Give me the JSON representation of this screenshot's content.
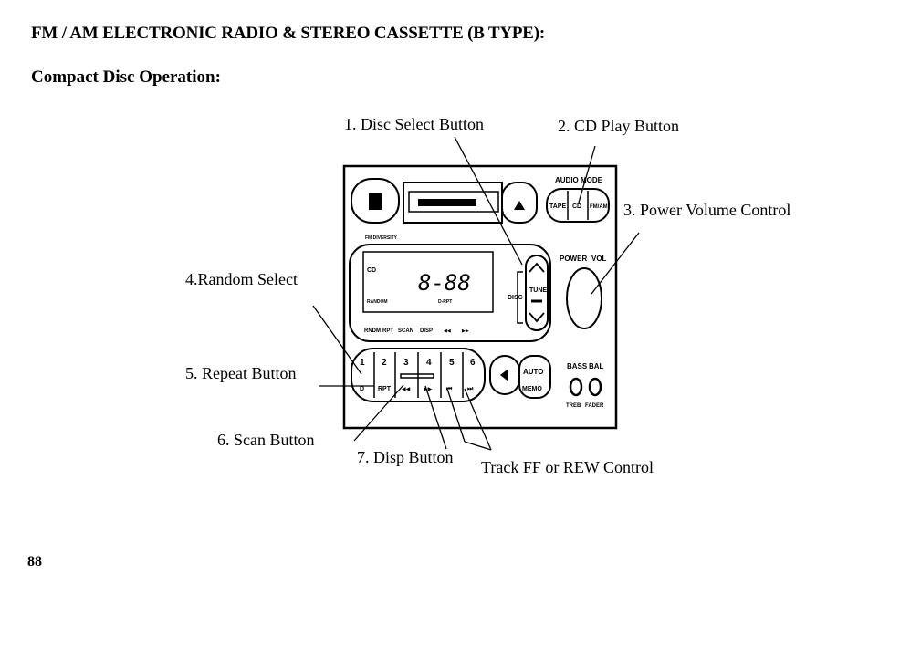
{
  "header": {
    "title": "FM / AM ELECTRONIC RADIO &  STEREO CASSETTE  (B TYPE):",
    "subtitle": "Compact Disc Operation:"
  },
  "callouts": {
    "disc_select": "1. Disc Select Button",
    "cd_play": "2. CD Play Button",
    "power_volume": "3. Power Volume Control",
    "random_select": "4.Random Select",
    "repeat": "5. Repeat Button",
    "scan": "6. Scan Button",
    "disp": "7. Disp Button",
    "track_ff_rew": "Track FF or REW Control"
  },
  "radio": {
    "audio_mode": "AUDIO MODE",
    "tape": "TAPE",
    "cd": "CD",
    "fm_am": "FM/AM",
    "fm_diversity": "FM DIVERSITY",
    "display_cd": "CD",
    "display_digits": "8-88",
    "display_random": "RANDOM",
    "display_rpt": "D-RPT",
    "bottom_labels": [
      "RNDM",
      "RPT",
      "SCAN",
      "DISP",
      "◀◀",
      "▶▶"
    ],
    "disc": "DISC",
    "tune": "TUNE",
    "power": "POWER",
    "vol": "VOL",
    "presets": [
      "1",
      "2",
      "3",
      "4",
      "5",
      "6"
    ],
    "preset_sub": [
      "D",
      "RPT",
      "◀◀",
      "▶▶",
      "⏮",
      "⏭"
    ],
    "auto": "AUTO",
    "memo": "MEMO",
    "bass": "BASS",
    "bal": "BAL",
    "treb": "TREB",
    "fader": "FADER"
  },
  "page": {
    "number": "88"
  }
}
